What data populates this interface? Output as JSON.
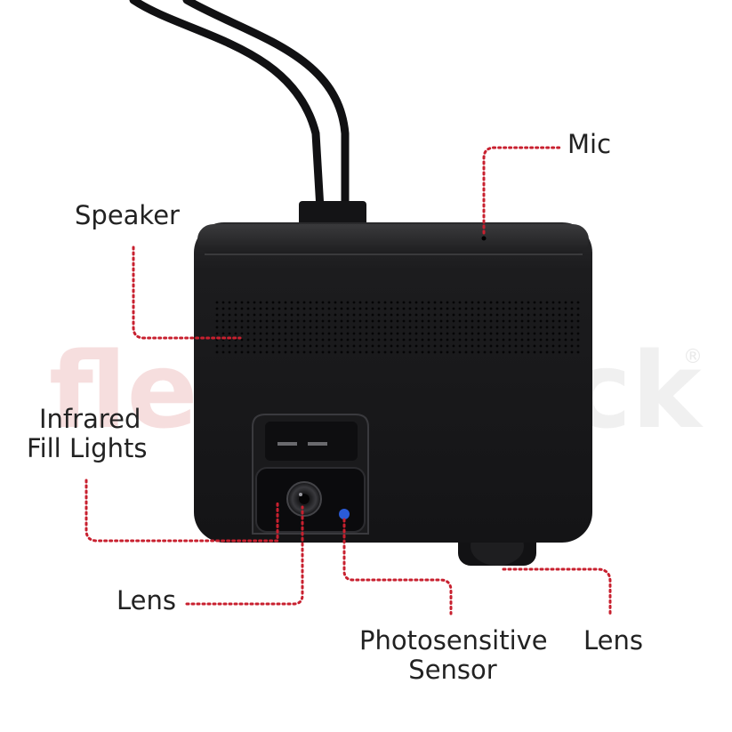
{
  "callouts": {
    "mic": "Mic",
    "speaker": "Speaker",
    "infrared_line1": "Infrared",
    "infrared_line2": "Fill Lights",
    "lens_front": "Lens",
    "photosensitive_line1": "Photosensitive",
    "photosensitive_line2": "Sensor",
    "lens_rear": "Lens"
  },
  "watermark_text": "fleetstack",
  "colors": {
    "callout_line": "#c8202f",
    "label_text": "#222222",
    "device_body": "#1b1b1d",
    "watermark": "#f3d5d5",
    "sensor_dot": "#2a5bd7"
  }
}
